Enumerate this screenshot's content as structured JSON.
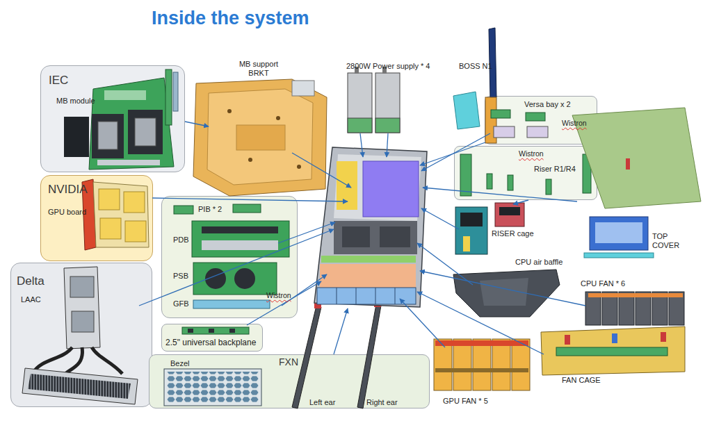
{
  "diagram": {
    "title": "Inside the system",
    "nodes": [
      {
        "text": [
          "IEC",
          "MB module"
        ]
      },
      {
        "text": [
          "Versa bay x 2",
          "Wistron"
        ]
      },
      {
        "text": [
          "Wistron",
          "Riser R1/R4"
        ]
      },
      {
        "text": [
          "NVIDIA",
          "GPU board"
        ]
      },
      {
        "text": [
          "PIB * 2",
          "PDB",
          "PSB",
          "GFB",
          "Wistron"
        ]
      },
      {
        "text": [
          "Delta",
          "LAAC"
        ]
      },
      {
        "text": [
          "2.5\" universal backplane"
        ]
      },
      {
        "text": [
          "FXN",
          "Bezel",
          "Left ear",
          "Right ear"
        ]
      }
    ],
    "labels": [
      "MB support BRKT",
      "2800W Power supply * 4",
      "BOSS N1",
      "RISER cage",
      "TOP COVER",
      "CPU air baffle",
      "CPU FAN * 6",
      "FAN CAGE",
      "GPU FAN * 5"
    ]
  }
}
